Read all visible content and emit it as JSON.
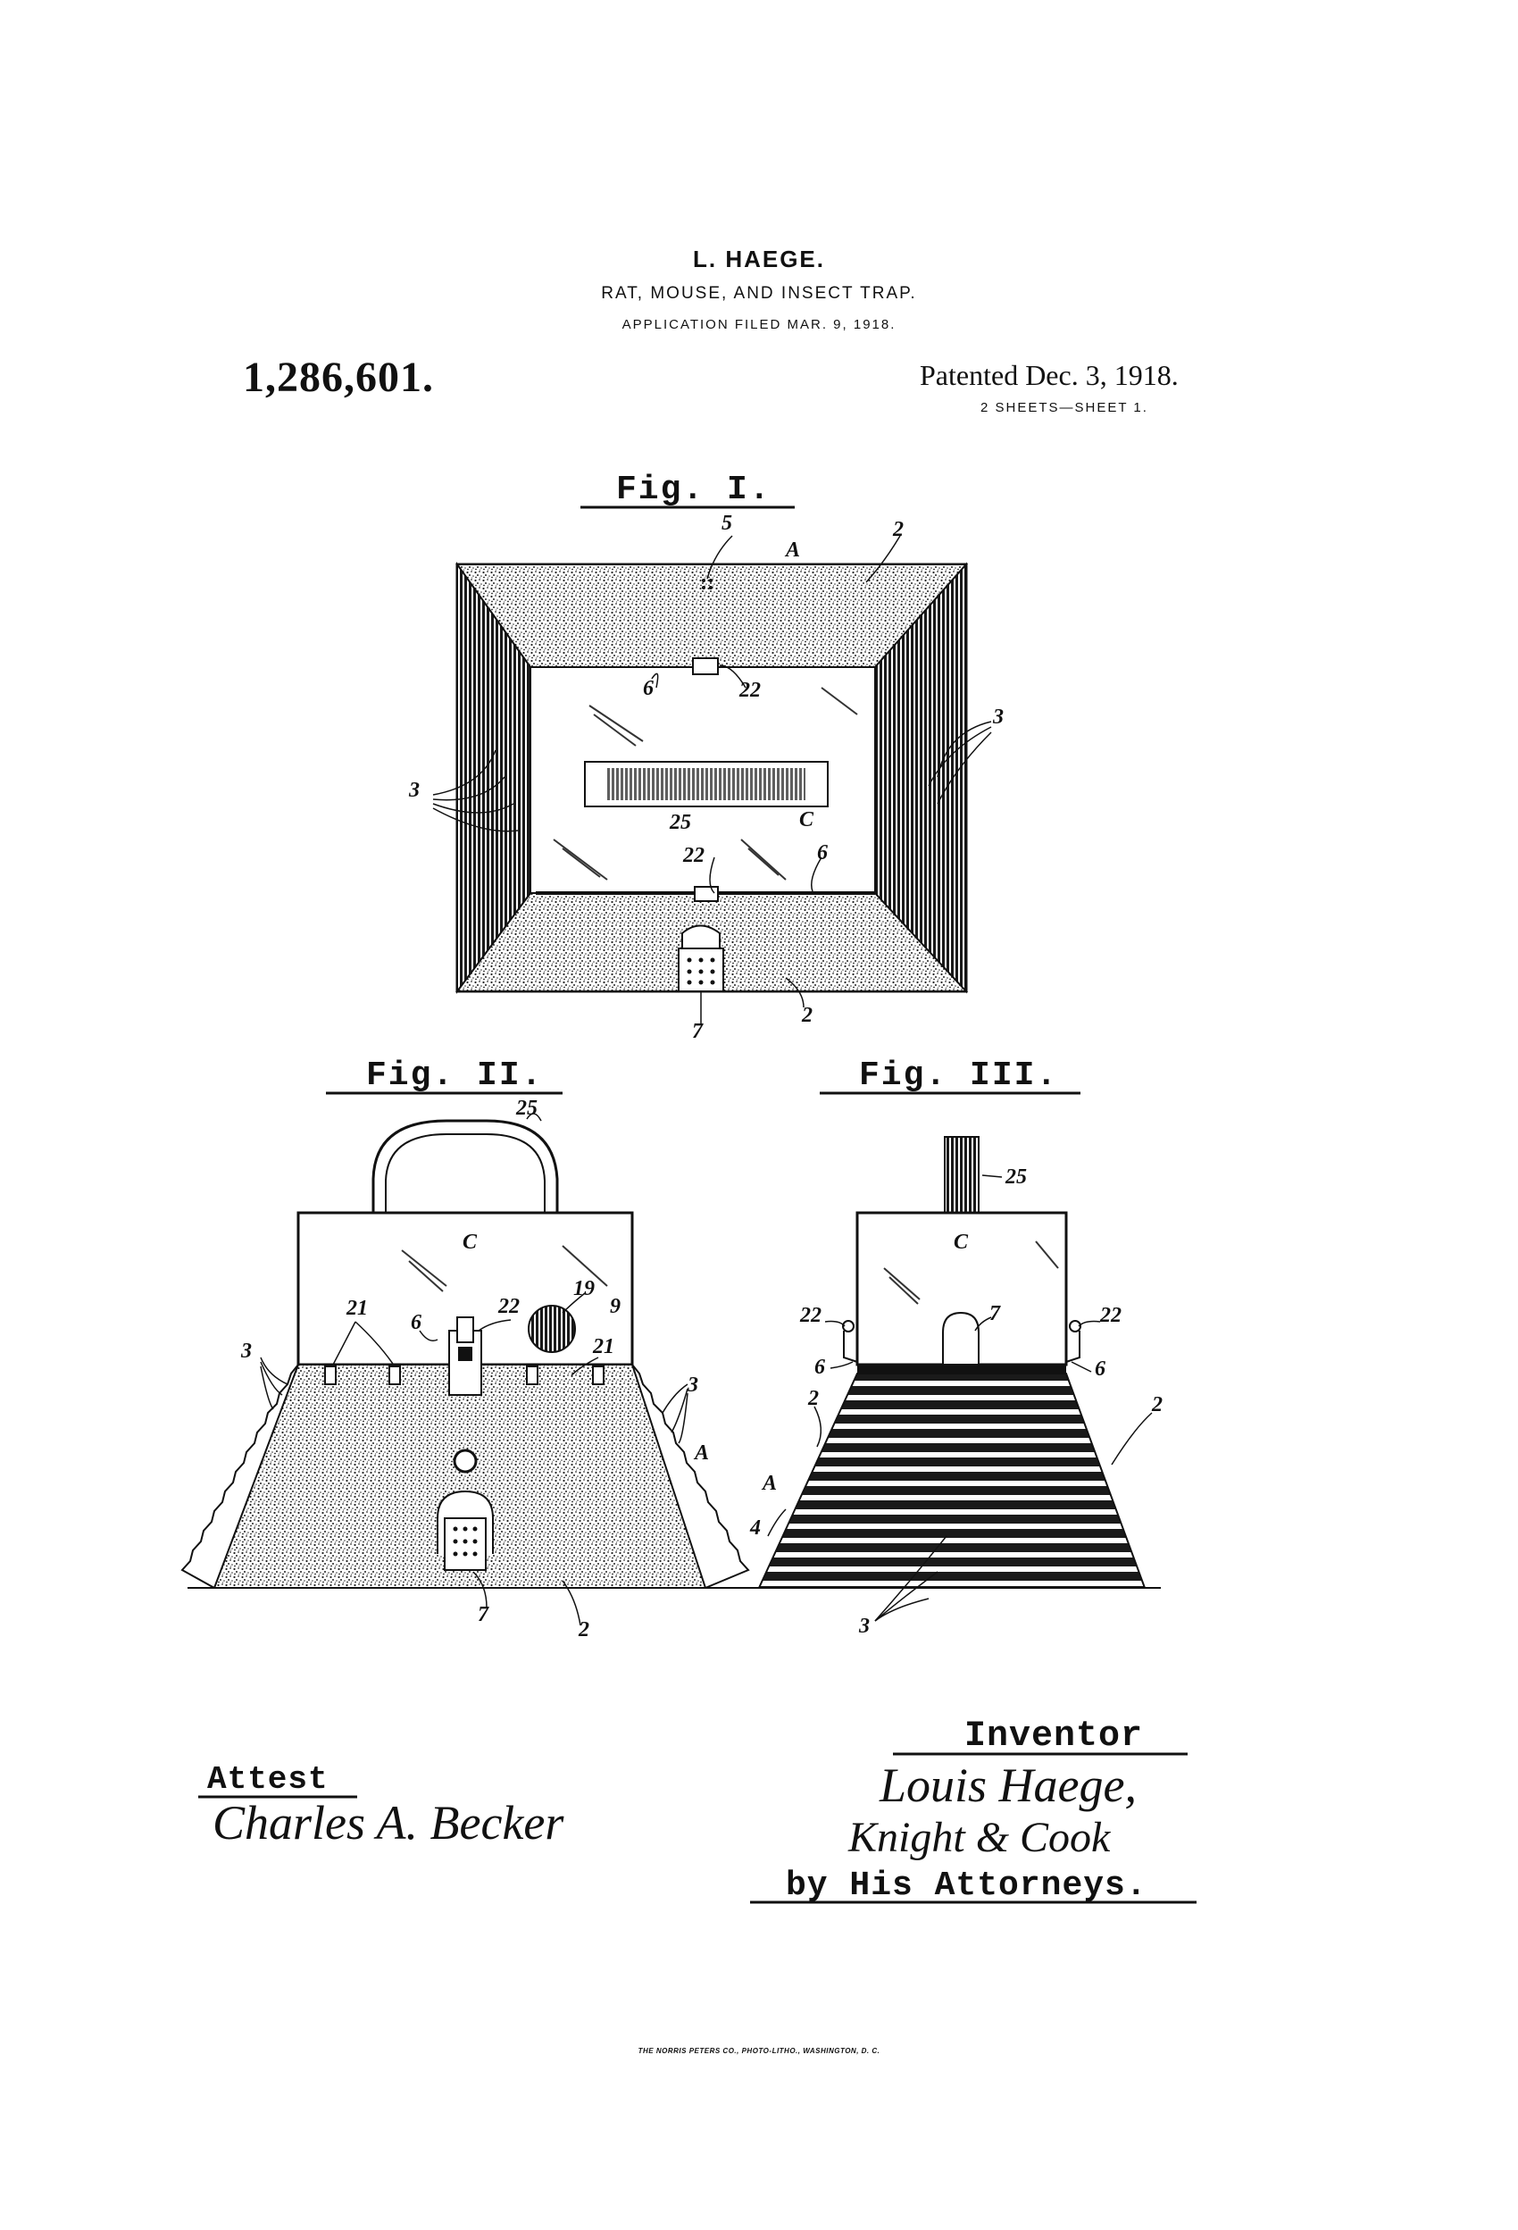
{
  "header": {
    "inventor": "L. HAEGE.",
    "title": "RAT, MOUSE, AND INSECT TRAP.",
    "filed": "APPLICATION FILED MAR. 9, 1918.",
    "patent_number": "1,286,601.",
    "patented": "Patented Dec. 3, 1918.",
    "sheets": "2 SHEETS—SHEET 1."
  },
  "figures": {
    "fig1": {
      "label": "Fig. I.",
      "refs": {
        "r5": "5",
        "rA": "A",
        "r2a": "2",
        "r6a": "6",
        "r22a": "22",
        "r3r": "3",
        "r3l": "3",
        "r25": "25",
        "rC": "C",
        "r22b": "22",
        "r6b": "6",
        "r7": "7",
        "r2b": "2"
      }
    },
    "fig2": {
      "label": "Fig. II.",
      "refs": {
        "r25": "25",
        "rC": "C",
        "r21a": "21",
        "r6": "6",
        "r22": "22",
        "r19": "19",
        "r9": "9",
        "r21b": "21",
        "r3l": "3",
        "r3r": "3",
        "rA": "A",
        "r7": "7",
        "r2": "2"
      }
    },
    "fig3": {
      "label": "Fig. III.",
      "refs": {
        "r25": "25",
        "rC": "C",
        "r7": "7",
        "r22l": "22",
        "r22r": "22",
        "r6l": "6",
        "r6r": "6",
        "r2l": "2",
        "r2r": "2",
        "rA": "A",
        "r4": "4",
        "r3": "3"
      }
    }
  },
  "signatures": {
    "attest_label": "Attest",
    "witness": "Charles A. Becker",
    "inventor_label": "Inventor",
    "inventor_signature": "Louis Haege,",
    "attorney_signature": "Knight & Cook",
    "by_line": "by His Attorneys."
  },
  "footer": {
    "printer": "THE NORRIS PETERS CO., PHOTO-LITHO., WASHINGTON, D. C."
  }
}
